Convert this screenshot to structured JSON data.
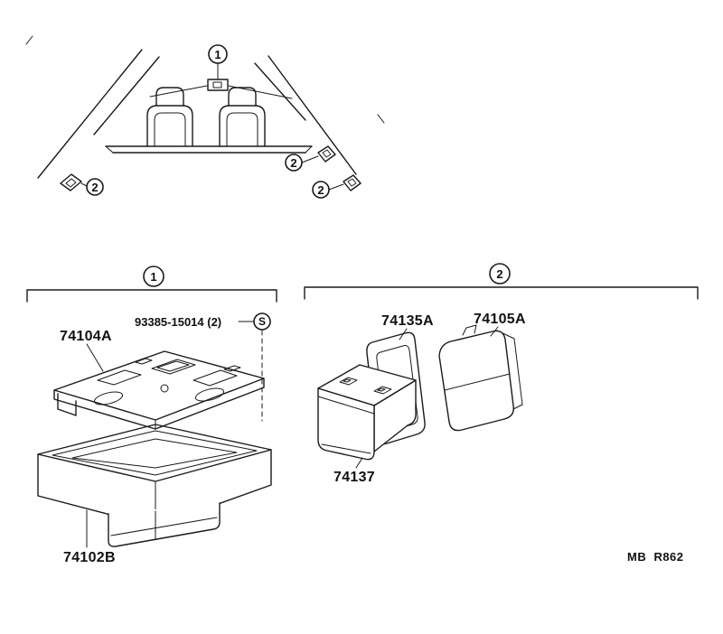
{
  "colors": {
    "ink": "#1a1a1a",
    "background": "#ffffff"
  },
  "callouts": {
    "one": "1",
    "two": "2",
    "screw": "S"
  },
  "labels": {
    "upper_panel": "74104A",
    "screw_part": "93385-15014 (2)",
    "lower_box": "74102B",
    "retainer": "74135A",
    "case": "74105A",
    "ashtray": "74137",
    "plate_code": "MB  R862"
  }
}
